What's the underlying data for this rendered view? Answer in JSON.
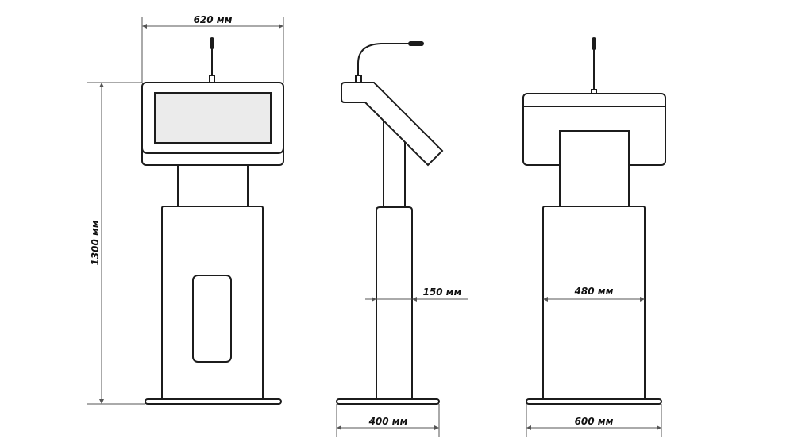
{
  "title": "Podium dimension drawing",
  "views": [
    "front",
    "side",
    "back"
  ],
  "dimensions": {
    "front_width": "620 мм",
    "height": "1300 мм",
    "pole_width": "150 мм",
    "side_base": "400 мм",
    "back_column": "480 мм",
    "back_base": "600 мм"
  },
  "colors": {
    "line": "#1c1c1c",
    "screen": "#ebebeb"
  }
}
